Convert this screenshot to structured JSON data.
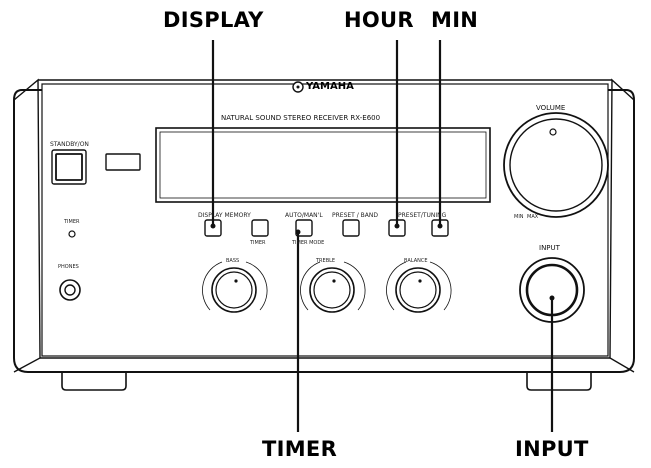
{
  "callouts": {
    "display": "DISPLAY",
    "hour": "HOUR",
    "min": "MIN",
    "timer": "TIMER",
    "input": "INPUT"
  },
  "panel": {
    "brand": "YAMAHA",
    "model_line": "NATURAL SOUND  STEREO RECEIVER    RX-E600",
    "standby": "STANDBY/ON",
    "timer_led": "TIMER",
    "phones": "PHONES",
    "volume": "VOLUME",
    "volume_min": "MIN",
    "volume_max": "MAX",
    "input": "INPUT",
    "display_memory": "DISPLAY  MEMORY",
    "timer_sub": "TIMER",
    "auto_manual": "AUTO/MAN'L",
    "auto_sub": "TIMER MODE",
    "preset_band": "PRESET / BAND",
    "preset_tuning": "PRESET/TUNING",
    "bass_label": "BASS",
    "treble_label": "TREBLE",
    "balance_label": "BALANCE"
  },
  "colors": {
    "line": "#111111",
    "panel": "#ffffff"
  }
}
